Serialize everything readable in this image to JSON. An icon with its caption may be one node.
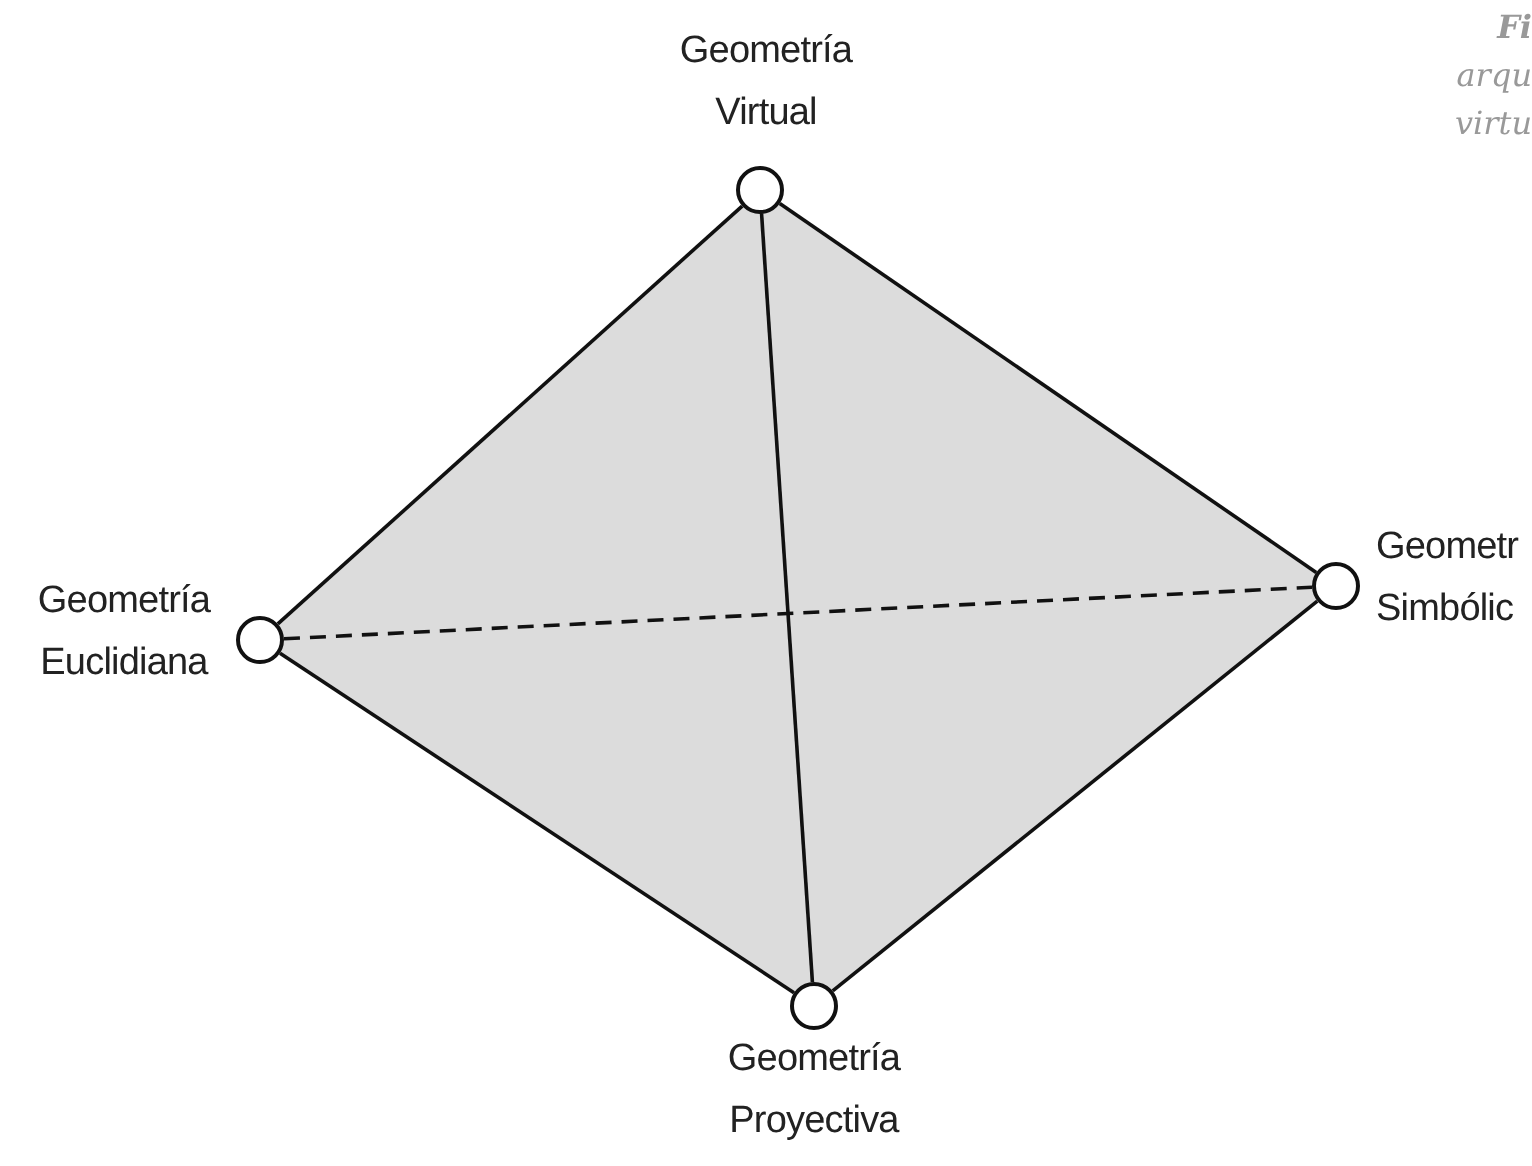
{
  "diagram": {
    "nodes": [
      {
        "text": [
          "Geometría Virtual"
        ]
      },
      {
        "text": [
          "Geometr Simbólic"
        ]
      },
      {
        "text": [
          "Geometría Euclidiana"
        ]
      },
      {
        "text": [
          "Geometría Proyectiva"
        ]
      }
    ],
    "edges": [
      {
        "from": 0,
        "to": 2,
        "arrow": "none"
      },
      {
        "from": 0,
        "to": 1,
        "arrow": "none"
      },
      {
        "from": 0,
        "to": 3,
        "arrow": "none"
      },
      {
        "from": 2,
        "to": 3,
        "arrow": "none"
      },
      {
        "from": 1,
        "to": 3,
        "arrow": "none"
      },
      {
        "from": 2,
        "to": 1,
        "arrow": "none",
        "style": "dashed"
      }
    ],
    "labels": [
      "Fi",
      "arqu",
      "virtu"
    ]
  }
}
